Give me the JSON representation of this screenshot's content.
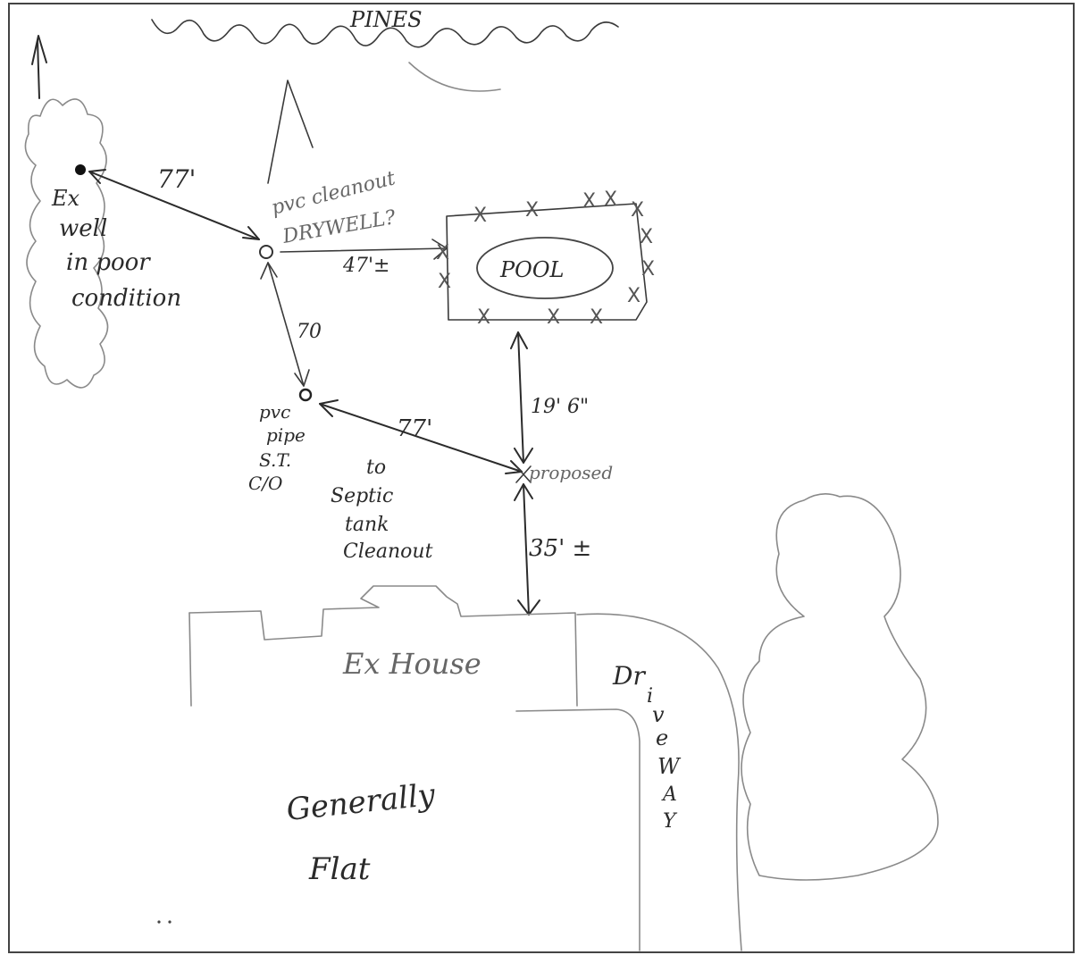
{
  "labels": {
    "pines": "PINES",
    "ex": "Ex",
    "well": "well",
    "in_poor": "in poor",
    "condition": "condition",
    "dist_well_cleanout": "77'",
    "pvc_cleanout": "pvc cleanout",
    "drywell": "DRYWELL?",
    "dist_cleanout_pool": "47'±",
    "pool": "POOL",
    "dist_cleanout_pipe": "70",
    "pvc": "pvc",
    "pipe": "pipe",
    "st": "S.T.",
    "co": "C/O",
    "dist_pipe_proposed": "77'",
    "to": "to",
    "septic": "Septic",
    "tank": "tank",
    "cleanout": "Cleanout",
    "dist_pool_proposed": "19' 6\"",
    "proposed": "proposed",
    "dist_proposed_house": "35' ±",
    "ex_house": "Ex House",
    "dr": "Dr",
    "i": "i",
    "v": "v",
    "e": "e",
    "w": "W",
    "a": "A",
    "y": "Y",
    "generally": "Generally",
    "flat": "Flat"
  },
  "pool_fence_marks": "X",
  "colors": {
    "ink": "#2b2b2b",
    "light_ink": "#8a8a8a",
    "frame": "#444444",
    "paper": "#ffffff"
  },
  "icons": [
    "north-arrow-icon",
    "well-point-icon",
    "cleanout-point-icon",
    "pipe-point-icon",
    "proposed-point-icon"
  ]
}
